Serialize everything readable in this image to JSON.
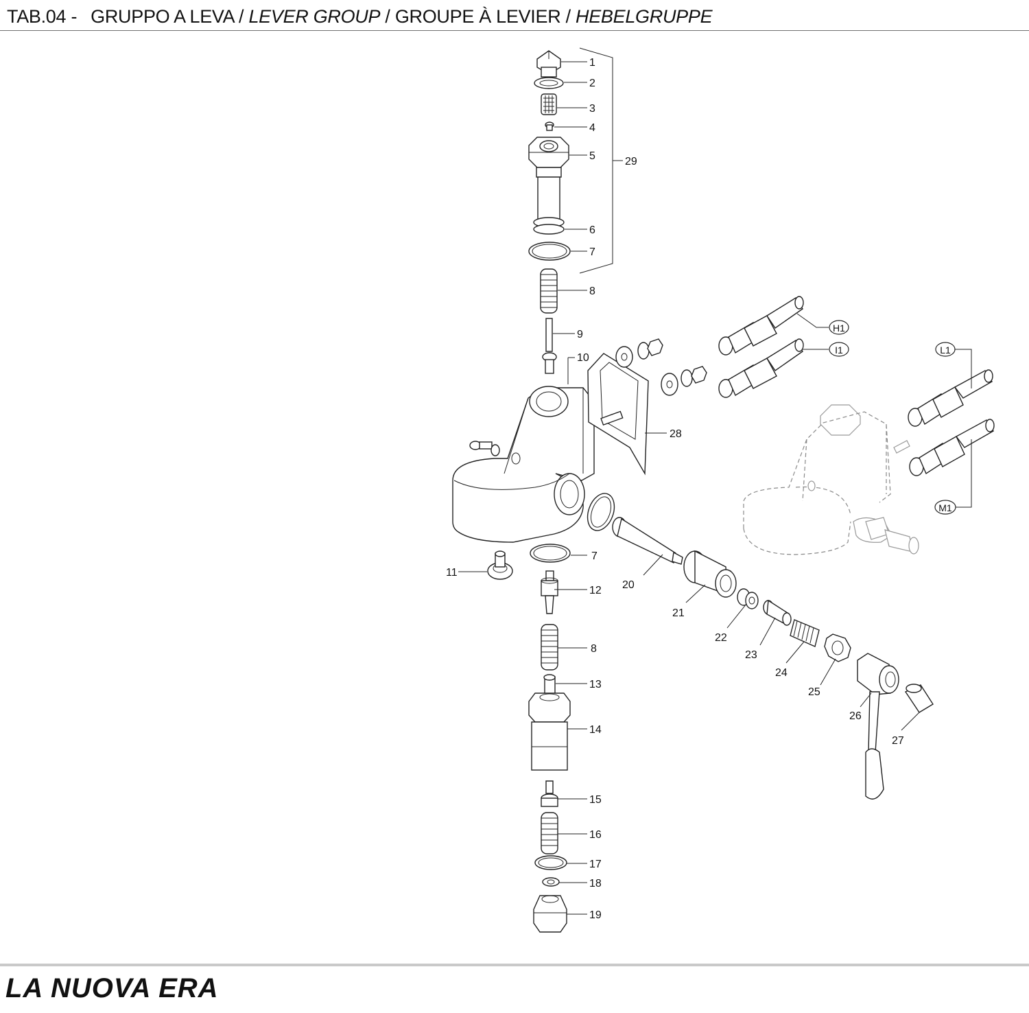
{
  "header": {
    "table_code": "TAB.04 -",
    "title_it": "GRUPPO A LEVA",
    "title_en": "LEVER GROUP",
    "title_fr": "GROUPE À LEVIER",
    "title_de": "HEBELGRUPPE",
    "separator": "/"
  },
  "footer": {
    "brand": "LA NUOVA ERA"
  },
  "callouts": {
    "c1": "1",
    "c2": "2",
    "c3": "3",
    "c4": "4",
    "c5": "5",
    "c6": "6",
    "c7": "7",
    "c8": "8",
    "c9": "9",
    "c10": "10",
    "c11": "11",
    "c12": "12",
    "c13": "13",
    "c14": "14",
    "c15": "15",
    "c16": "16",
    "c17": "17",
    "c18": "18",
    "c19": "19",
    "c20": "20",
    "c21": "21",
    "c22": "22",
    "c23": "23",
    "c24": "24",
    "c25": "25",
    "c26": "26",
    "c27": "27",
    "c28": "28",
    "c29": "29",
    "h1": "H1",
    "i1": "I1",
    "l1": "L1",
    "m1": "M1"
  }
}
